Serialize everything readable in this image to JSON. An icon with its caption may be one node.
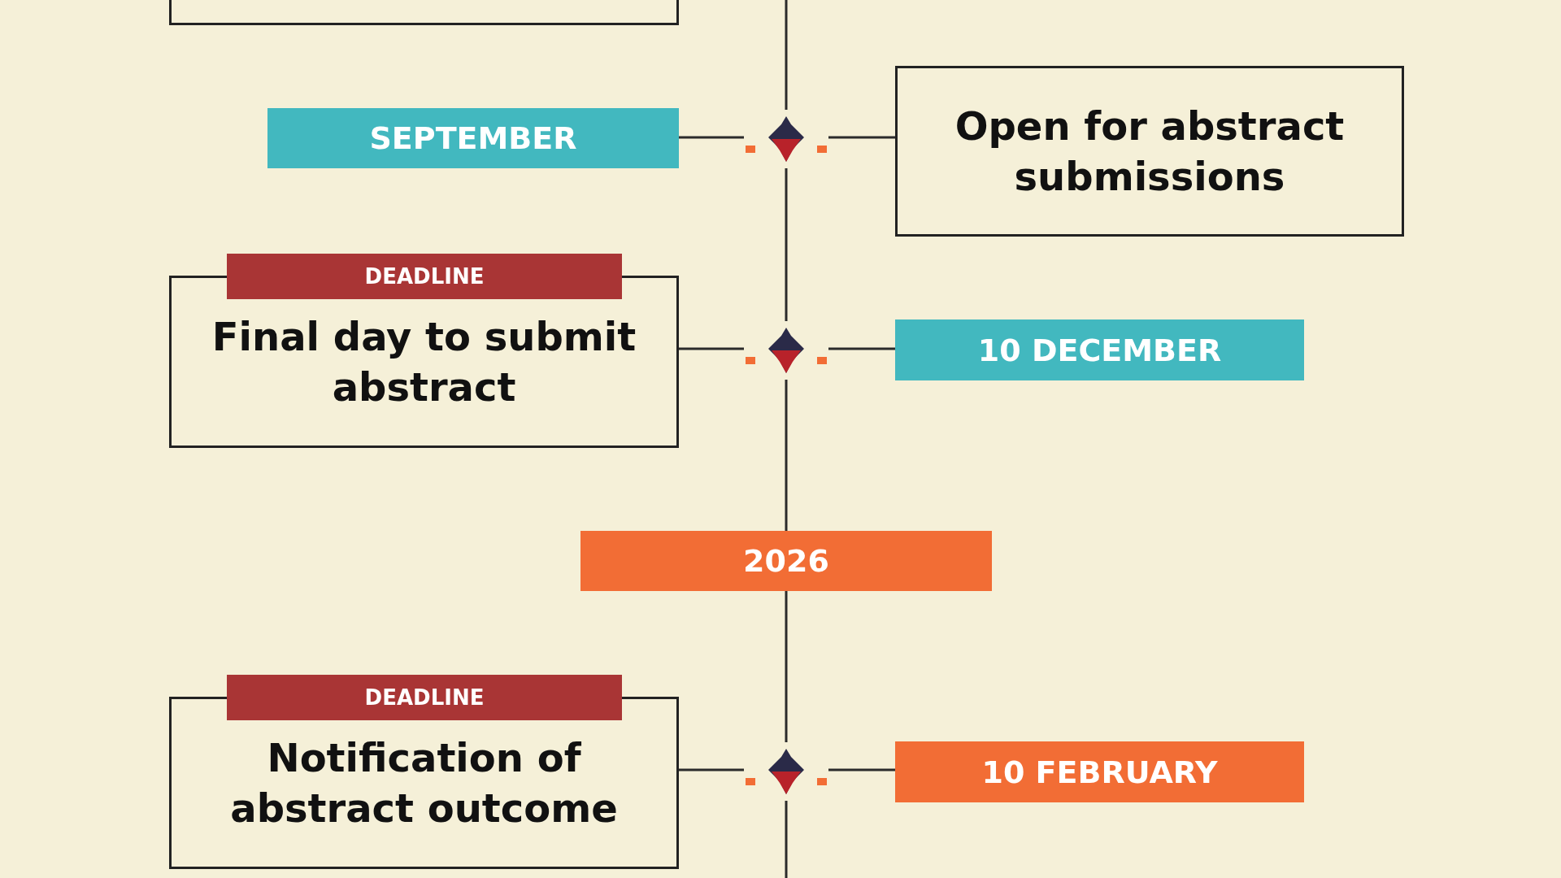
{
  "diagram": {
    "nodes": [
      {
        "text": [],
        "shape": "box"
      },
      {
        "text": [
          "SEPTEMBER"
        ]
      },
      {
        "text": [],
        "shape": "diamond"
      },
      {
        "text": [
          "Open for abstract submissions"
        ]
      },
      {
        "text": [
          "DEADLINE",
          "Final day to submit abstract"
        ]
      },
      {
        "text": [],
        "shape": "diamond"
      },
      {
        "text": [
          "10 DECEMBER"
        ]
      },
      {
        "text": [
          "2026"
        ]
      },
      {
        "text": [
          "DEADLINE",
          "Notification of abstract outcome"
        ]
      },
      {
        "text": [],
        "shape": "diamond"
      },
      {
        "text": [
          "10 FEBRUARY"
        ]
      }
    ],
    "edges": [
      {
        "from": null,
        "to": 2,
        "arrow": "none"
      },
      {
        "from": 1,
        "to": 2,
        "arrow": "none"
      },
      {
        "from": 2,
        "to": 3,
        "arrow": "none"
      },
      {
        "from": 2,
        "to": 5,
        "arrow": "none"
      },
      {
        "from": 4,
        "to": 5,
        "arrow": "none"
      },
      {
        "from": 5,
        "to": 6,
        "arrow": "none"
      },
      {
        "from": 5,
        "to": 7,
        "arrow": "none"
      },
      {
        "from": 7,
        "to": 9,
        "arrow": "none"
      },
      {
        "from": 8,
        "to": 9,
        "arrow": "none"
      },
      {
        "from": 9,
        "to": 10,
        "arrow": "none"
      },
      {
        "from": 9,
        "to": null,
        "arrow": "none"
      }
    ]
  }
}
